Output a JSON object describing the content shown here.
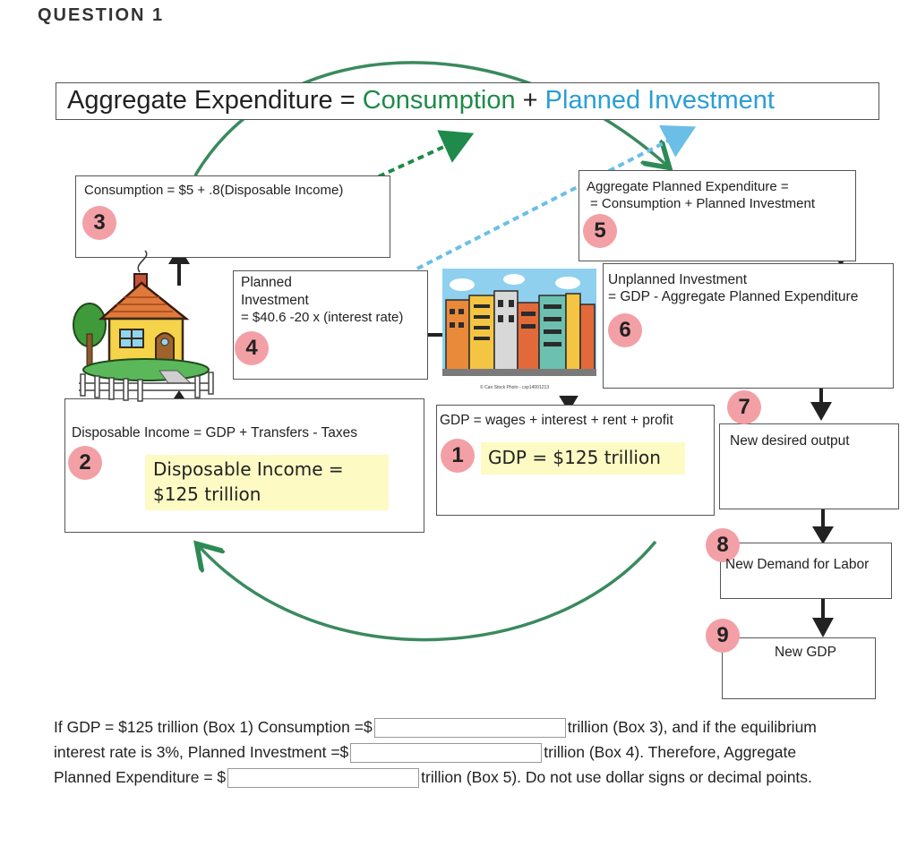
{
  "question": {
    "title": "QUESTION 1"
  },
  "header": {
    "part1": "Aggregate Expenditure = ",
    "consumption": "Consumption",
    "plus": " + ",
    "planned_investment": "Planned Investment"
  },
  "boxes": {
    "box1": {
      "number": "1",
      "text": "GDP = wages + interest + rent + profit",
      "highlight": "GDP = $125 trillion"
    },
    "box2": {
      "number": "2",
      "text": "Disposable Income = GDP + Transfers - Taxes",
      "highlight_line1": "Disposable Income =",
      "highlight_line2": "$125 trillion"
    },
    "box3": {
      "number": "3",
      "text": "Consumption = $5 + .8(Disposable Income)"
    },
    "box4": {
      "number": "4",
      "line1": "Planned",
      "line2": "Investment",
      "line3": "= $40.6 -20 x (interest rate)"
    },
    "box5": {
      "number": "5",
      "line1": "Aggregate Planned Expenditure =",
      "line2": "= Consumption + Planned Investment"
    },
    "box6": {
      "number": "6",
      "line1": "Unplanned Investment",
      "line2": "= GDP - Aggregate Planned Expenditure"
    },
    "box7": {
      "number": "7",
      "text": "New  desired output"
    },
    "box8": {
      "number": "8",
      "text": "New Demand for Labor"
    },
    "box9": {
      "number": "9",
      "text": "New GDP"
    }
  },
  "city_caption": "© Can Stock Photo - csp14001213",
  "question_text": {
    "p1": "If GDP = $125 trillion (Box 1) Consumption =$",
    "p2": "trillion (Box 3), and if the equilibrium",
    "p3": "interest rate is 3%, Planned Investment =$",
    "p4": "trillion (Box 4). Therefore, Aggregate",
    "p5": "Planned Expenditure = $",
    "p6": "trillion (Box 5). Do not use dollar signs or decimal points."
  },
  "inputs": {
    "consumption": "",
    "planned_investment": "",
    "aggregate_planned_expenditure": ""
  },
  "colors": {
    "green": "#1f8a4a",
    "blue": "#2a9ed6",
    "badge": "#f2a0a6",
    "highlight": "#fdfac4"
  }
}
